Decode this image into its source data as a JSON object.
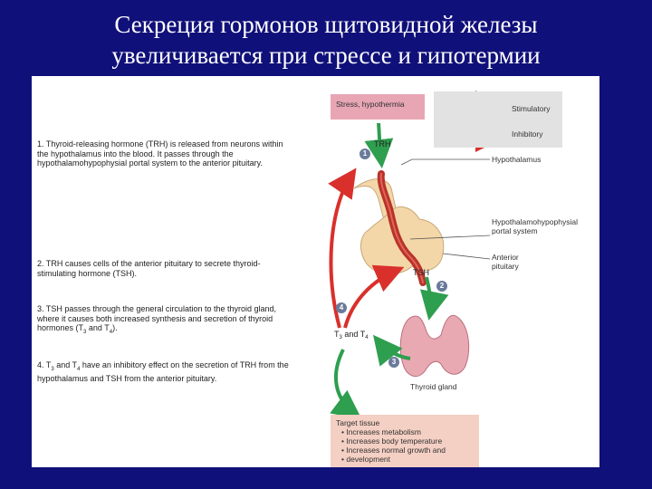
{
  "title": {
    "line1": "Секреция гормонов щитовидной железы",
    "line2": "увеличивается при стрессе и гипотермии"
  },
  "steps": [
    {
      "number": "1.",
      "text": "Thyroid-releasing hormone (TRH) is released from neurons within the hypothalamus into the blood. It passes through the hypothalamohypophysial portal system to the anterior pituitary."
    },
    {
      "number": "2.",
      "text": "TRH causes cells of the anterior pituitary to secrete thyroid-stimulating hormone (TSH)."
    },
    {
      "number": "3.",
      "text_before": "TSH passes through the general circulation to the thyroid gland, where it causes both increased synthesis and secretion of thyroid hormones (T",
      "sub1": "3",
      "text_mid": " and T",
      "sub2": "4",
      "text_after": ")."
    },
    {
      "number": "4.",
      "text_t": "T",
      "sub1": "3",
      "text_and": " and T",
      "sub2": "4",
      "text_rest": " have an inhibitory effect on the secretion of TRH from the hypothalamus and TSH from the anterior pituitary."
    }
  ],
  "diagram": {
    "stress_label": "Stress, hypothermia",
    "legend": {
      "stimulatory": "Stimulatory",
      "inhibitory": "Inhibitory"
    },
    "trh_label": "TRH",
    "tsh_label": "TSH",
    "t3t4": {
      "t": "T",
      "sub1": "3",
      "and": " and T",
      "sub2": "4"
    },
    "hypothalamus": "Hypothalamus",
    "portal_system": {
      "line1": "Hypothalamohypophysial",
      "line2": "portal system"
    },
    "anterior_pituitary": {
      "line1": "Anterior",
      "line2": "pituitary"
    },
    "thyroid_gland": "Thyroid gland",
    "target": {
      "title": "Target tissue",
      "items": [
        "Increases metabolism",
        "Increases body temperature",
        "Increases normal growth and",
        "development"
      ]
    },
    "markers": [
      "1",
      "2",
      "3",
      "4"
    ]
  },
  "colors": {
    "background": "#10107a",
    "stimulatory": "#2e9e4f",
    "inhibitory": "#d9302c",
    "stress_box": "#e8a6b5",
    "target_box": "#f4cfc3",
    "pituitary": "#f3d7a8",
    "portal_vessel": "#b8332c",
    "thyroid": "#e9a9b3"
  }
}
